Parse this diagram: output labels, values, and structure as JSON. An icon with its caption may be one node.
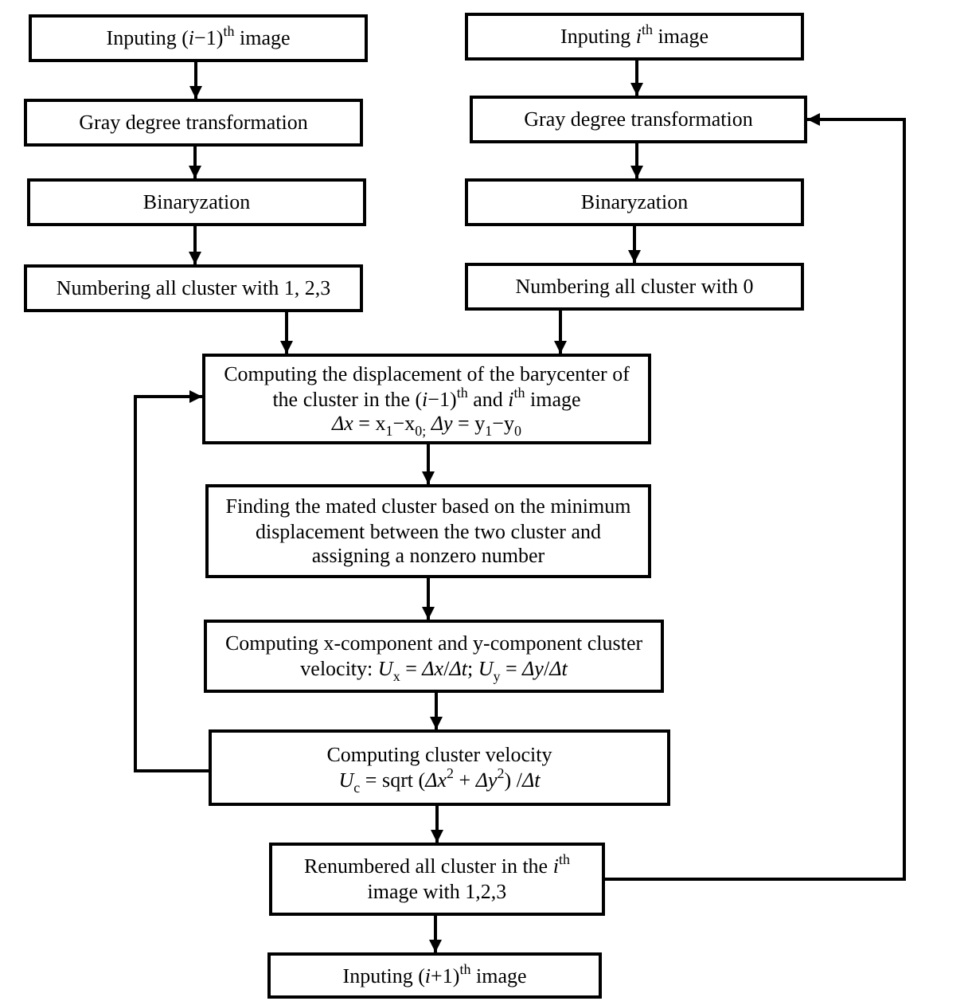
{
  "diagram": {
    "nodes": [
      {
        "text": [
          "Inputing (*i*−1)$^{th}$ image"
        ]
      },
      {
        "text": [
          "Gray degree transformation"
        ]
      },
      {
        "text": [
          "Binaryzation"
        ]
      },
      {
        "text": [
          "Numbering all cluster with 1, 2,3"
        ]
      },
      {
        "text": [
          "Inputing *i*$^{th}$ image"
        ]
      },
      {
        "text": [
          "Gray degree transformation"
        ]
      },
      {
        "text": [
          "Binaryzation"
        ]
      },
      {
        "text": [
          "Numbering all cluster with 0"
        ]
      },
      {
        "text": [
          "Computing the displacement of the barycenter of the cluster in the (*i*−1)$^{th}$ and *i*$^{th}$ image",
          "*Δx* = x$_{1}$−x$_{0;}$ *Δy* = y$_{1}$−y$_{0}$"
        ]
      },
      {
        "text": [
          "Finding the mated cluster based on the minimum displacement between the two cluster and assigning a nonzero number"
        ]
      },
      {
        "text": [
          "Computing x-component and y-component cluster velocity:  *U*$_{x}$ = *Δx*/*Δt*; *U*$_{y}$ = *Δy*/*Δt*"
        ]
      },
      {
        "text": [
          "Computing cluster velocity",
          "*U*$_{c}$ = sqrt (*Δx*$^{2}$ + *Δy*$^{2}$) /*Δt*"
        ]
      },
      {
        "text": [
          "Renumbered all cluster in the *i*$^{th}$ image with 1,2,3"
        ]
      },
      {
        "text": [
          "Inputing (*i*+1)$^{th}$ image"
        ]
      }
    ],
    "edges": [
      {
        "from": 0,
        "to": 1,
        "arrow": "to"
      },
      {
        "from": 1,
        "to": 2,
        "arrow": "to"
      },
      {
        "from": 2,
        "to": 3,
        "arrow": "to"
      },
      {
        "from": 4,
        "to": 5,
        "arrow": "to"
      },
      {
        "from": 5,
        "to": 6,
        "arrow": "to"
      },
      {
        "from": 6,
        "to": 7,
        "arrow": "to"
      },
      {
        "from": 3,
        "to": 8,
        "arrow": "to"
      },
      {
        "from": 7,
        "to": 8,
        "arrow": "to"
      },
      {
        "from": 8,
        "to": 9,
        "arrow": "to"
      },
      {
        "from": 9,
        "to": 10,
        "arrow": "to"
      },
      {
        "from": 10,
        "to": 11,
        "arrow": "to"
      },
      {
        "from": 11,
        "to": 8,
        "arrow": "to"
      },
      {
        "from": 11,
        "to": 12,
        "arrow": "to"
      },
      {
        "from": 12,
        "to": 5,
        "arrow": "to"
      },
      {
        "from": 12,
        "to": 13,
        "arrow": "to"
      }
    ]
  }
}
